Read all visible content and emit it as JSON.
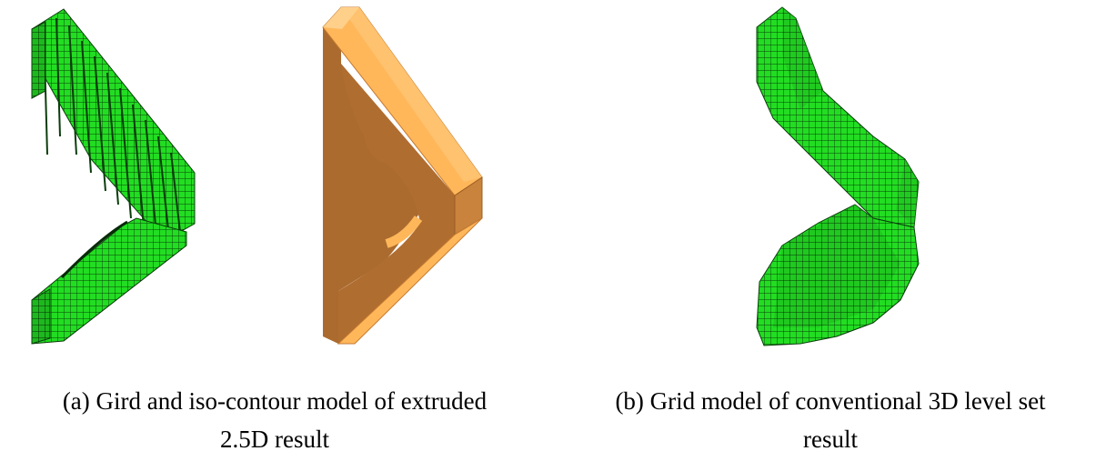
{
  "figure": {
    "panel_a": {
      "caption_line1": "(a) Gird and iso-contour model of extruded",
      "caption_line2": "2.5D result"
    },
    "panel_b": {
      "caption_line1": "(b) Grid model of conventional 3D level set",
      "caption_line2": "result"
    }
  },
  "colors": {
    "voxel_green": "#22dd22",
    "voxel_edge": "#0b3d0b",
    "solid_top": "#ffb75a",
    "solid_side": "#ab6b2e",
    "solid_front": "#c9833c"
  }
}
